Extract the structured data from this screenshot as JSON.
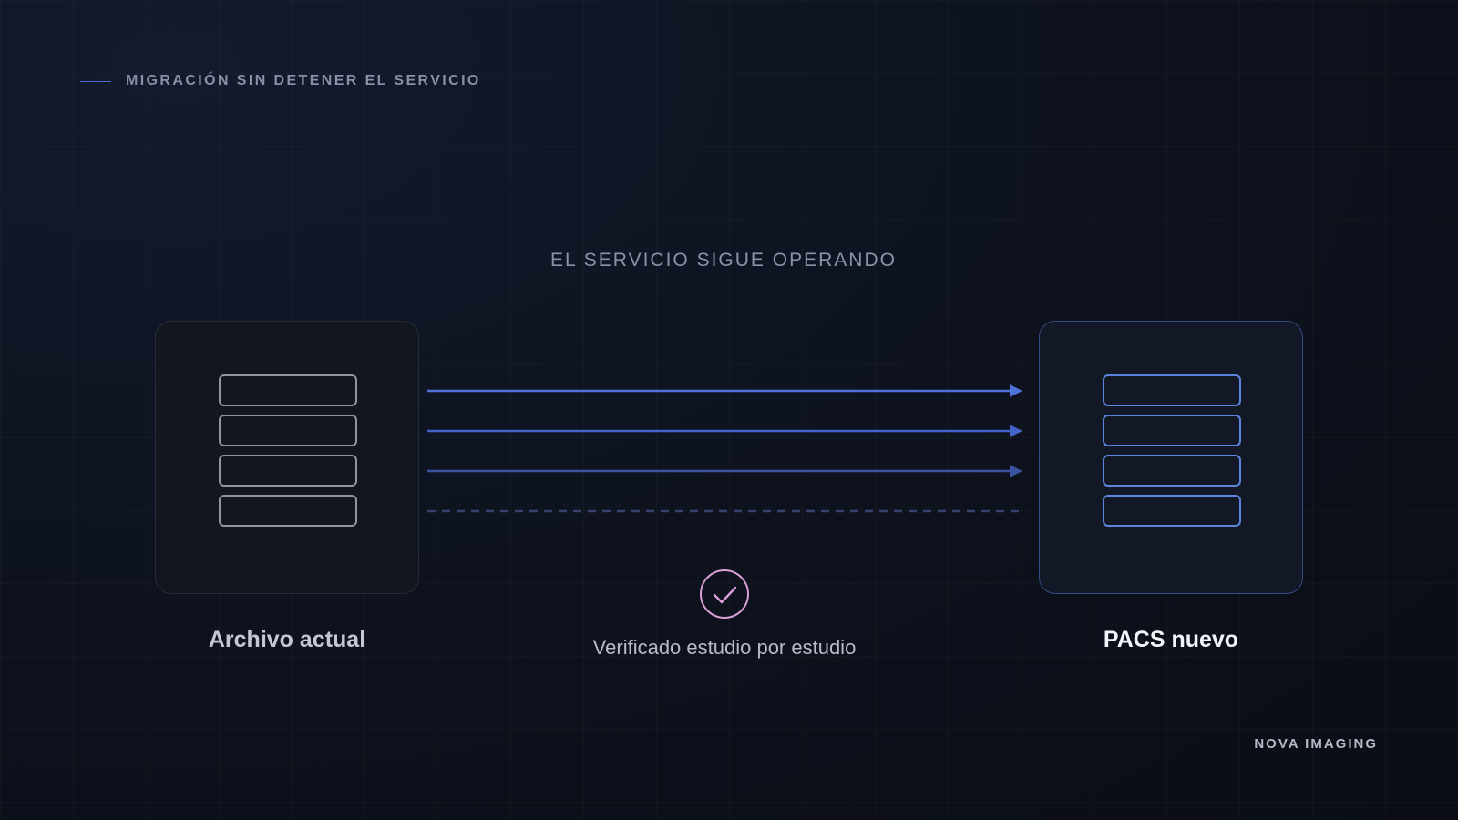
{
  "header": {
    "eyebrow": "MIGRACIÓN SIN DETENER EL SERVICIO"
  },
  "diagram": {
    "status": "EL SERVICIO SIGUE OPERANDO",
    "source": {
      "label": "Archivo actual"
    },
    "target": {
      "label": "PACS nuevo"
    },
    "flows": [
      {
        "style": "solid",
        "arrow": true,
        "color": "#4f73d9"
      },
      {
        "style": "solid",
        "arrow": true,
        "color": "#4563c6"
      },
      {
        "style": "solid",
        "arrow": true,
        "color": "#3e54a0"
      },
      {
        "style": "dashed",
        "arrow": false,
        "color": "#35426e"
      }
    ],
    "verification": {
      "icon": "check-circle-icon",
      "label": "Verificado estudio por estudio",
      "color": "#d8a0d6"
    }
  },
  "footer": {
    "brand": "NOVA IMAGING"
  },
  "colors": {
    "accent": "#4f73d9",
    "source_outline": "#8e94a1",
    "target_outline": "#5c83dd",
    "background": "#0c1018"
  }
}
